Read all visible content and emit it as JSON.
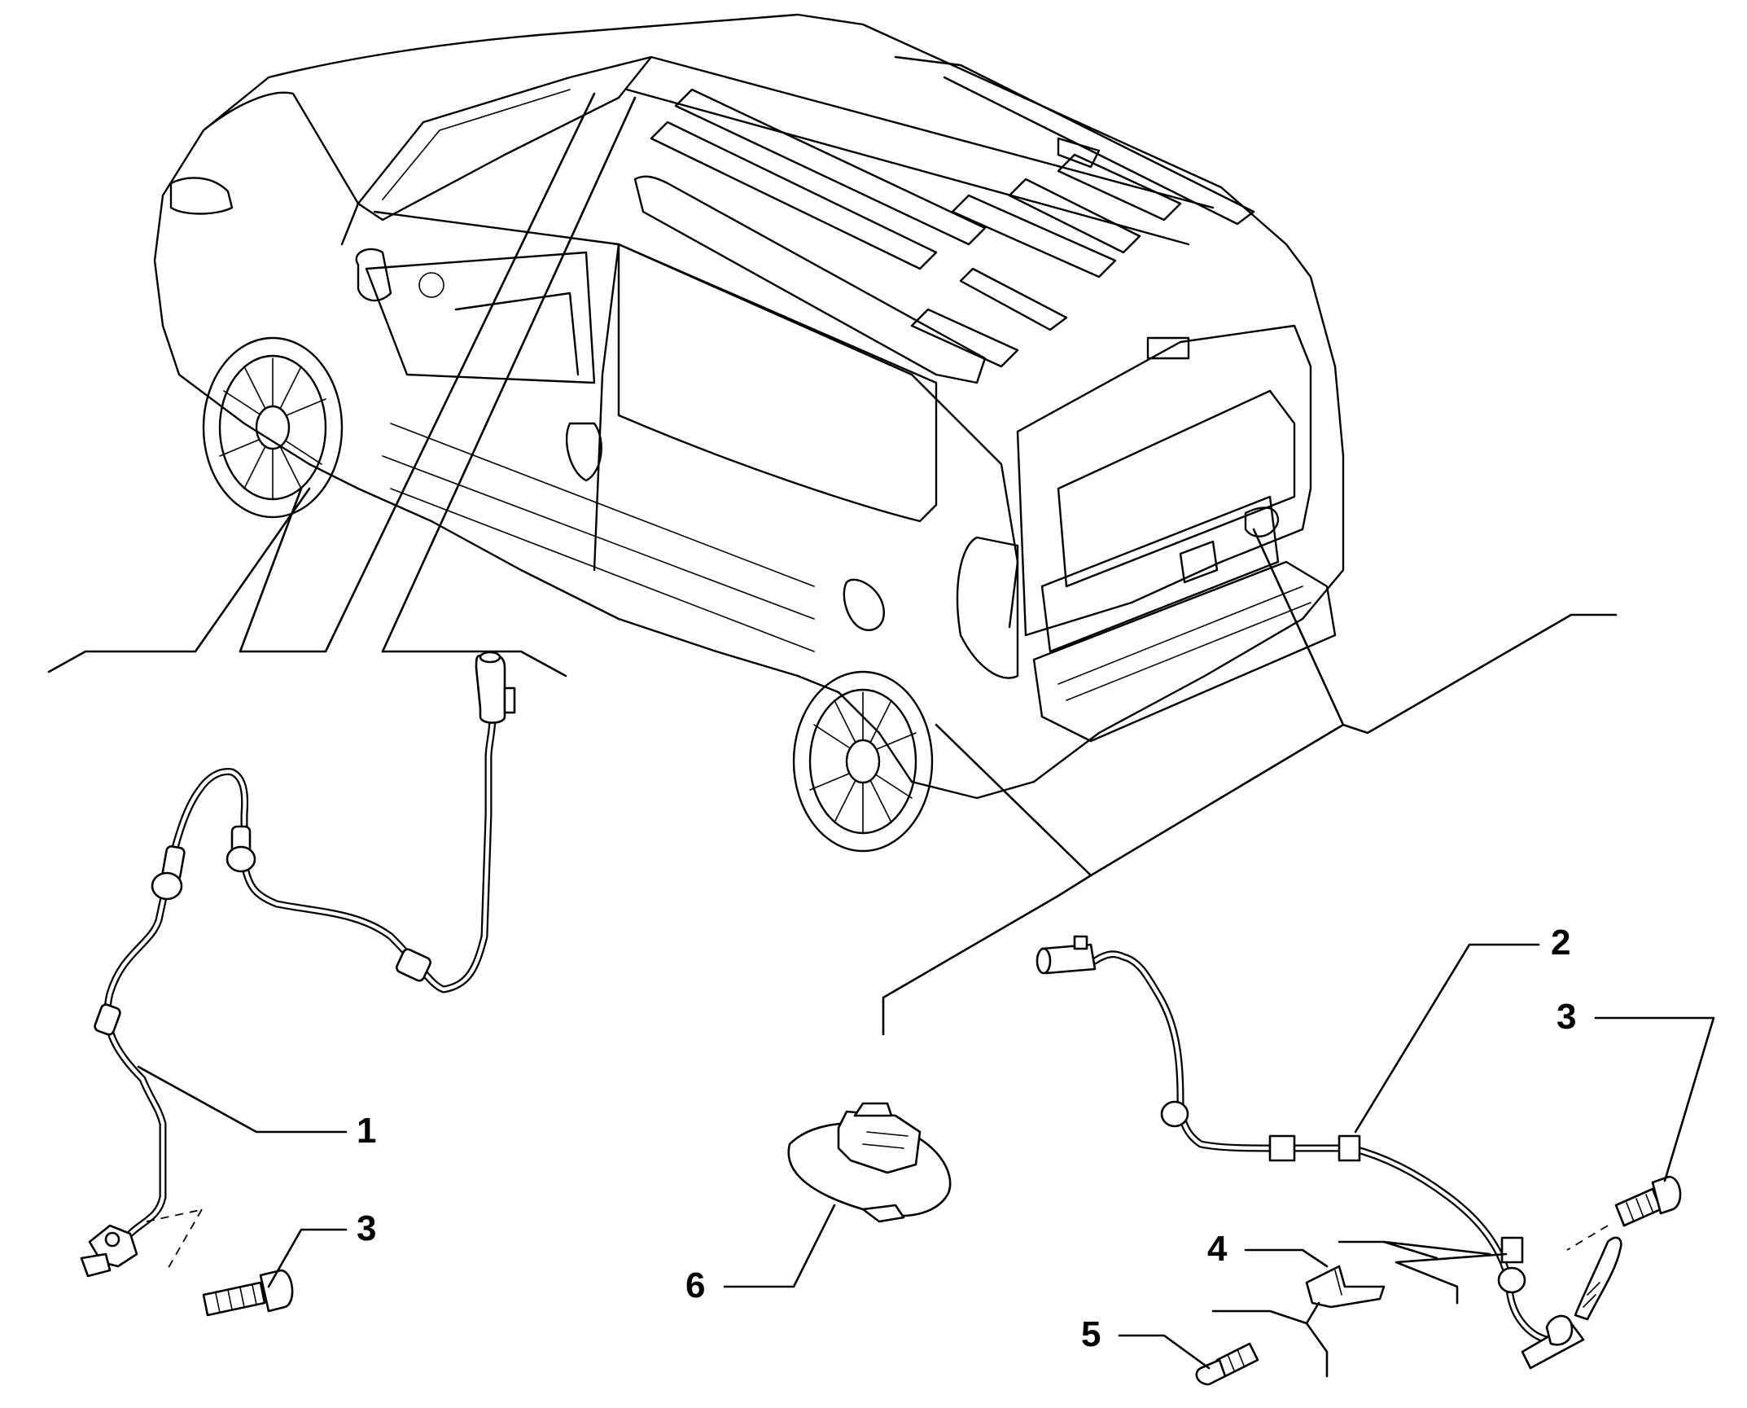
{
  "callouts": [
    {
      "id": "1",
      "text": "1"
    },
    {
      "id": "2",
      "text": "2"
    },
    {
      "id": "3a",
      "text": "3"
    },
    {
      "id": "3b",
      "text": "3"
    },
    {
      "id": "4",
      "text": "4"
    },
    {
      "id": "5",
      "text": "5"
    },
    {
      "id": "6",
      "text": "6"
    }
  ]
}
